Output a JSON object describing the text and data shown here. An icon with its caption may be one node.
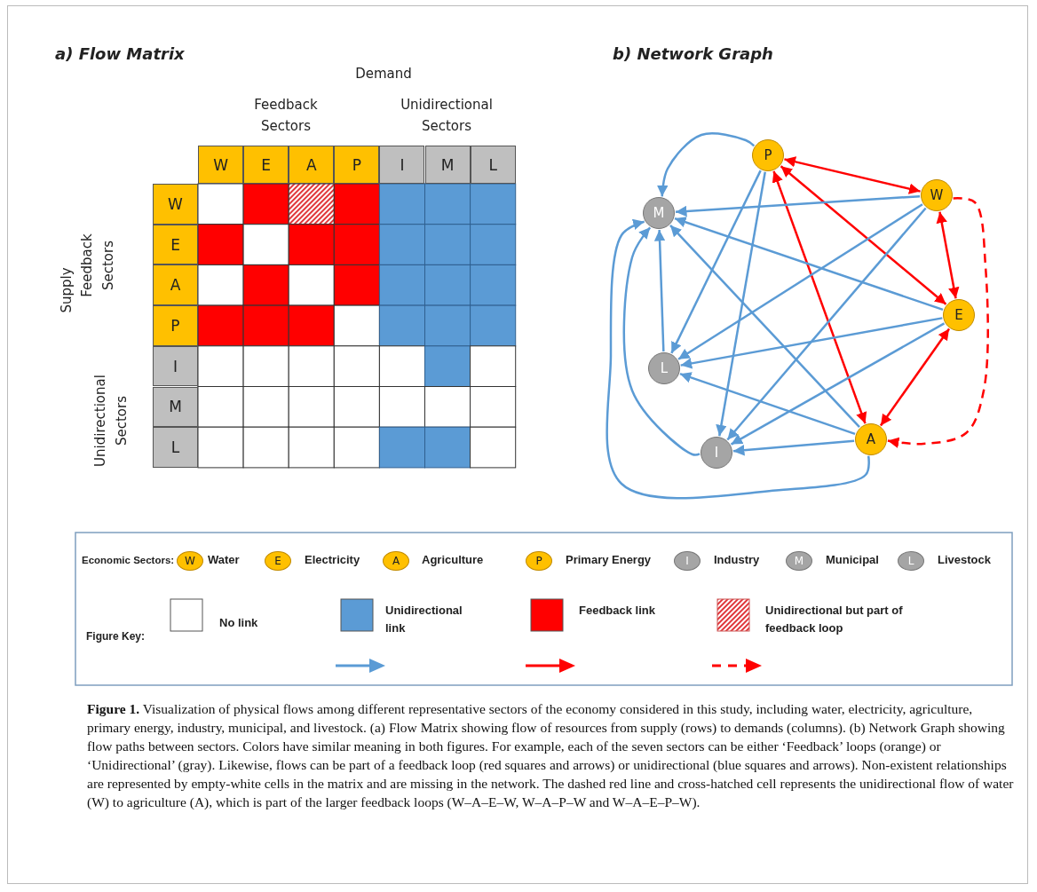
{
  "diagram": {
    "caption": "**Figure 1.** Visualization of physical flows among different representative sectors of the economy considered in this study, including water, electricity, agriculture, primary energy, industry, municipal, and livestock. (a) Flow Matrix showing flow of resources from supply (rows) to demands (columns). (b) Network Graph showing flow paths between sectors. Colors have similar meaning in both figures. For example, each of the seven sectors can be either ‘Feedback’ loops (orange) or ‘Unidirectional’ (gray). Likewise, flows can be part of a feedback loop (red squares and arrows) or unidirectional (blue squares and arrows). Non-existent relationships are represented by empty-white cells in the matrix and are missing in the network. The dashed red line and cross-hatched cell represents the unidirectional flow of water (W) to agriculture (A), which is part of the larger feedback loops (W–A–E–W, W–A–P–W and W–A–E–P–W).",
    "nodes": [
      {
        "text": [
          "P"
        ]
      },
      {
        "text": [
          "W"
        ]
      },
      {
        "text": [
          "M"
        ]
      },
      {
        "text": [
          "E"
        ]
      },
      {
        "text": [
          "L"
        ]
      },
      {
        "text": [
          "A"
        ]
      },
      {
        "text": [
          "I"
        ]
      },
      {
        "text": [
          "W"
        ],
        "beside": [
          "Water"
        ]
      },
      {
        "text": [
          "E"
        ],
        "beside": [
          "Electricity"
        ]
      },
      {
        "text": [
          "A"
        ],
        "beside": [
          "Agriculture"
        ]
      },
      {
        "text": [
          "P"
        ],
        "beside": [
          "Primary Energy"
        ]
      },
      {
        "text": [
          "I"
        ],
        "beside": [
          "Industry"
        ]
      },
      {
        "text": [
          "M"
        ],
        "beside": [
          "Municipal"
        ]
      },
      {
        "text": [
          "L"
        ],
        "beside": [
          "Livestock"
        ]
      }
    ],
    "edges": [
      {
        "from": 0,
        "to": 1,
        "arrow": "both",
        "color": "#ff0000"
      },
      {
        "from": 0,
        "to": 3,
        "arrow": "both",
        "color": "#ff0000"
      },
      {
        "from": 0,
        "to": 5,
        "arrow": "both",
        "color": "#ff0000"
      },
      {
        "from": 1,
        "to": 3,
        "arrow": "both",
        "color": "#ff0000"
      },
      {
        "from": 3,
        "to": 5,
        "arrow": "both",
        "color": "#ff0000"
      },
      {
        "from": 1,
        "to": 5,
        "arrow": "to",
        "color": "#ff0000",
        "style": "dashed"
      },
      {
        "from": 0,
        "to": 2,
        "arrow": "to"
      },
      {
        "from": 0,
        "to": 4,
        "arrow": "to"
      },
      {
        "from": 0,
        "to": 6,
        "arrow": "to"
      },
      {
        "from": 1,
        "to": 2,
        "arrow": "to"
      },
      {
        "from": 1,
        "to": 4,
        "arrow": "to"
      },
      {
        "from": 1,
        "to": 6,
        "arrow": "to"
      },
      {
        "from": 3,
        "to": 2,
        "arrow": "to"
      },
      {
        "from": 3,
        "to": 4,
        "arrow": "to"
      },
      {
        "from": 3,
        "to": 6,
        "arrow": "to"
      },
      {
        "from": 5,
        "to": 2,
        "arrow": "to"
      },
      {
        "from": 5,
        "to": 4,
        "arrow": "to"
      },
      {
        "from": 5,
        "to": 6,
        "arrow": "to"
      },
      {
        "from": 4,
        "to": 2,
        "arrow": "to"
      },
      {
        "from": 6,
        "to": 2,
        "arrow": "to"
      },
      {
        "from": 5,
        "to": 2,
        "arrow": "to"
      }
    ],
    "labels": [
      "a) Flow Matrix",
      "b) Network Graph",
      "Demand",
      "Feedback Sectors",
      "Unidirectional Sectors",
      "W",
      "E",
      "A",
      "P",
      "I",
      "M",
      "L",
      "Supply",
      "Feedback Sectors",
      "Unidirectional Sectors",
      "W",
      "E",
      "A",
      "P",
      "I",
      "M",
      "L",
      "Economic Sectors:",
      "Figure Key:"
    ],
    "legend": [
      {
        "text": "No link",
        "color": "#ffffff"
      },
      {
        "text": "Unidirectional link",
        "color": "#5b9bd5"
      },
      {
        "text": "Feedback link",
        "color": "#ff0000"
      },
      {
        "text": "Unidirectional but part of feedback loop"
      }
    ]
  }
}
